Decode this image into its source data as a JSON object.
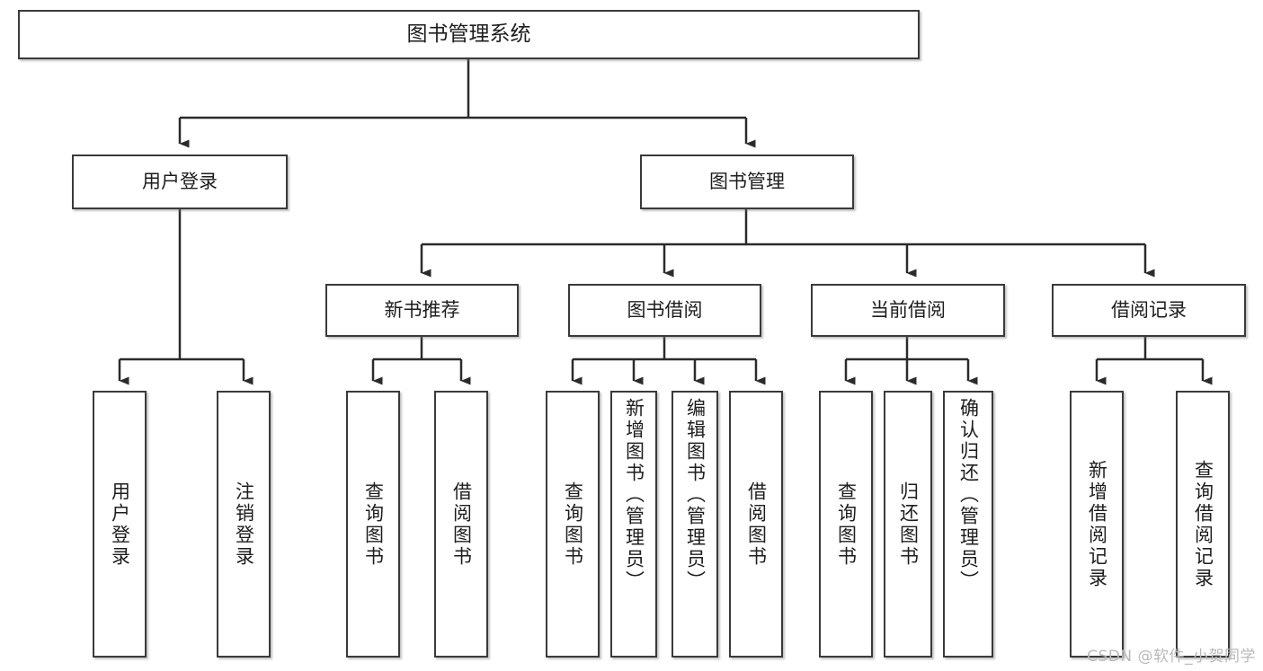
{
  "diagram": {
    "title": "图书管理系统",
    "type": "tree-hierarchy-chart",
    "watermark": "CSDN @软件_小贺同学",
    "colors": {
      "box_border": "#3a3a3a",
      "box_fill": "#ffffff",
      "connector": "#2b2b2b",
      "text": "#1d1d1d",
      "watermark": "#b9b9b9"
    },
    "root": {
      "label": "图书管理系统"
    },
    "level1": [
      {
        "label": "用户登录"
      },
      {
        "label": "图书管理"
      }
    ],
    "level2": [
      {
        "label": "新书推荐"
      },
      {
        "label": "图书借阅"
      },
      {
        "label": "当前借阅"
      },
      {
        "label": "借阅记录"
      }
    ],
    "leaves": {
      "user_login": [
        {
          "label": "用户登录"
        },
        {
          "label": "注销登录"
        }
      ],
      "new_book_recommend": [
        {
          "label": "查询图书"
        },
        {
          "label": "借阅图书"
        }
      ],
      "book_borrow": [
        {
          "label": "查询图书"
        },
        {
          "label": "新增图书（管理员）"
        },
        {
          "label": "编辑图书（管理员）"
        },
        {
          "label": "借阅图书"
        }
      ],
      "current_borrow": [
        {
          "label": "查询图书"
        },
        {
          "label": "归还图书"
        },
        {
          "label": "确认归还（管理员）"
        }
      ],
      "borrow_record": [
        {
          "label": "新增借阅记录"
        },
        {
          "label": "查询借阅记录"
        }
      ]
    }
  }
}
